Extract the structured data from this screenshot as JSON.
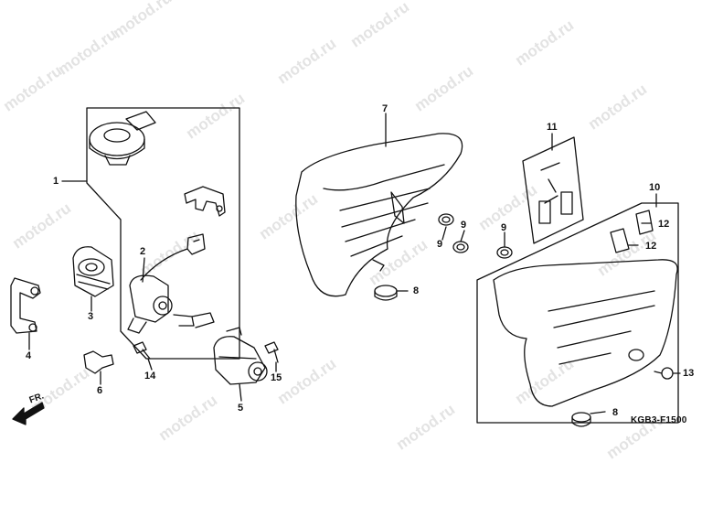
{
  "diagram": {
    "watermark_text": "motod.ru",
    "drawing_code": "KGB3-F1500",
    "front_marker": "FR.",
    "callouts": {
      "c1": "1",
      "c2": "2",
      "c3": "3",
      "c4": "4",
      "c5": "5",
      "c6": "6",
      "c7": "7",
      "c8a": "8",
      "c8b": "8",
      "c9a": "9",
      "c9b": "9",
      "c9c": "9",
      "c10": "10",
      "c11": "11",
      "c12a": "12",
      "c12b": "12",
      "c13": "13",
      "c14": "14",
      "c15": "15"
    }
  }
}
